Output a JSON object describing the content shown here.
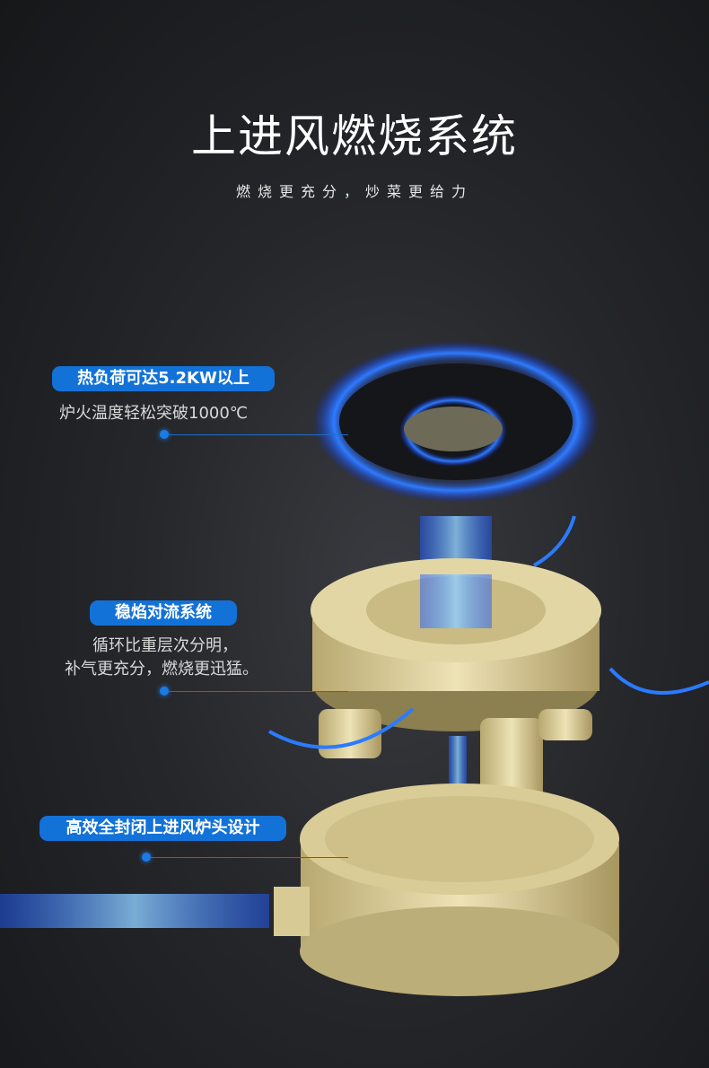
{
  "header": {
    "title": "上进风燃烧系统",
    "subtitle": "燃烧更充分，炒菜更给力"
  },
  "features": [
    {
      "badge": "热负荷可达5.2KW以上",
      "desc": [
        "炉火温度轻松突破1000℃"
      ]
    },
    {
      "badge": "稳焰对流系统",
      "desc": [
        "循环比重层次分明，",
        "补气更充分，燃烧更迅猛。"
      ]
    },
    {
      "badge": "高效全封闭上进风炉头设计",
      "desc": []
    }
  ],
  "colors": {
    "accent": "#1272d8",
    "brass": "#d9cc96",
    "flame": "#2a6cff"
  }
}
